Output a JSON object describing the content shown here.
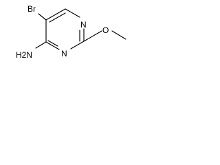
{
  "structure": {
    "labels": {
      "br": "Br",
      "n_top": "N",
      "n_bottom": "N",
      "o": "O",
      "h2n": "H2N"
    }
  }
}
